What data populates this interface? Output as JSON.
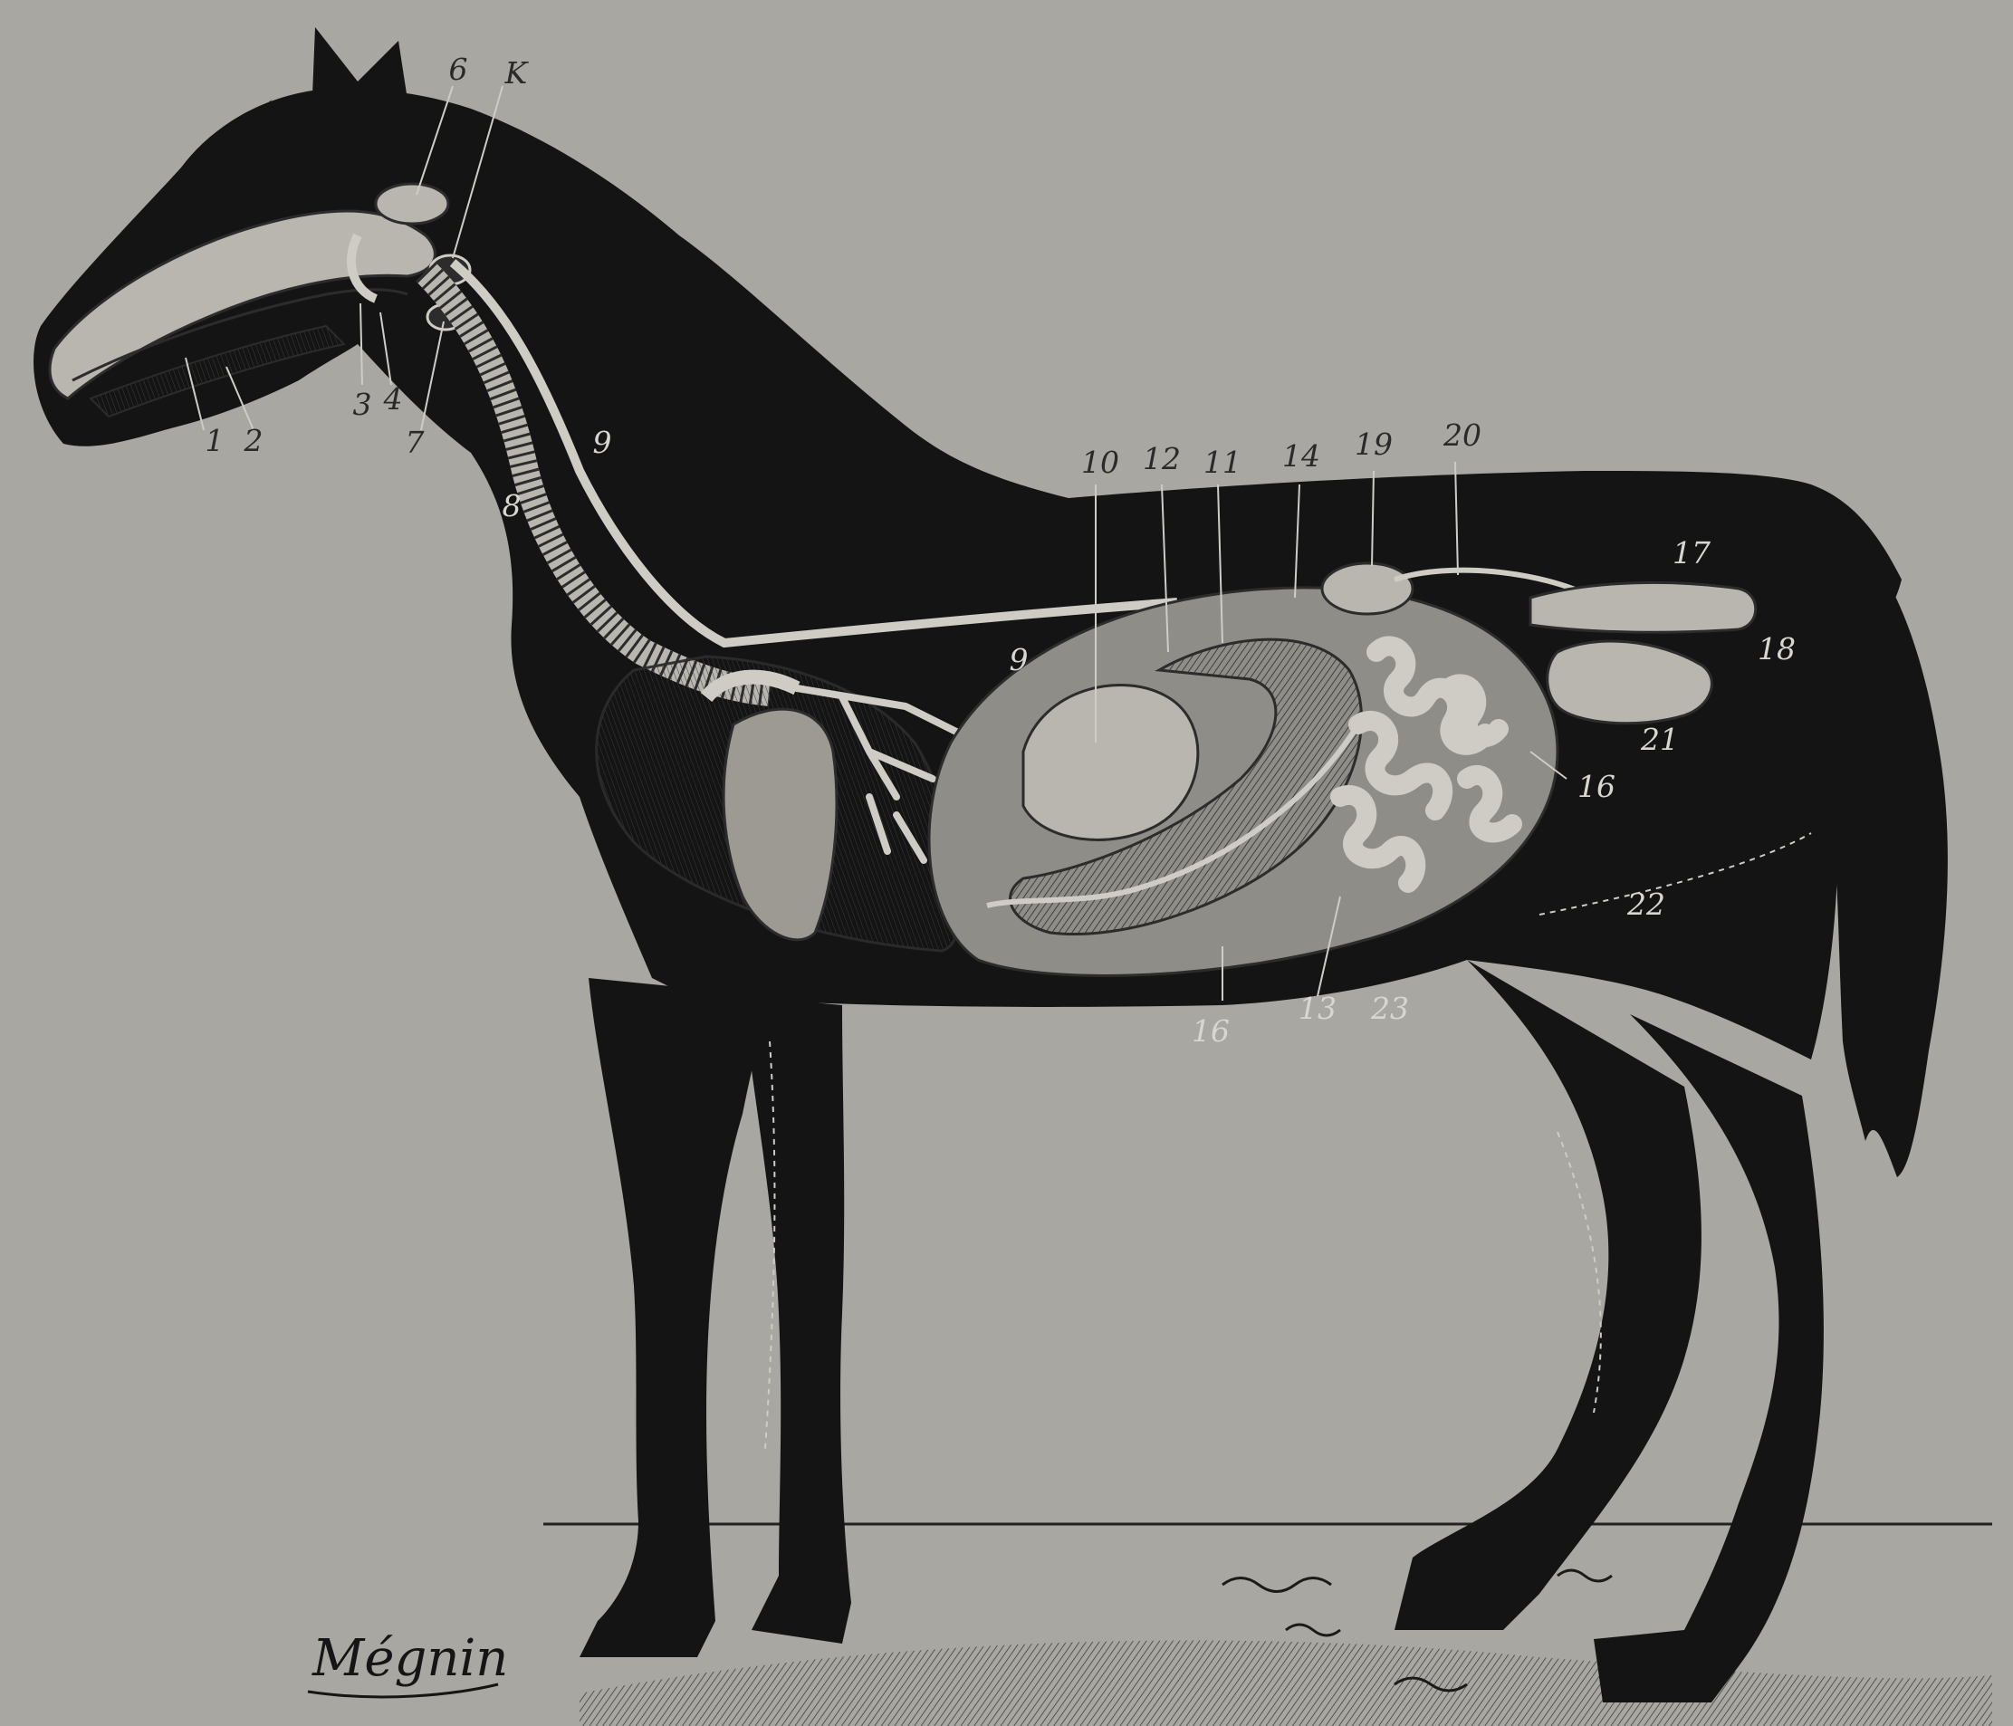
{
  "callouts": {
    "n1": "1",
    "n2": "2",
    "n3": "3",
    "n4": "4",
    "n6": "6",
    "n7": "7",
    "nk": "K",
    "n8": "8",
    "n9a": "9",
    "n9b": "9",
    "n10": "10",
    "n11": "11",
    "n12": "12",
    "n13": "13",
    "n14": "14",
    "n16a": "16",
    "n16b": "16",
    "n17": "17",
    "n18": "18",
    "n19": "19",
    "n20": "20",
    "n21": "21",
    "n22": "22",
    "n23": "23"
  },
  "signature": "Mégnin",
  "colors": {
    "paper": "#a9a7a2",
    "silhouette": "#141414",
    "organ_fill": "#8f8d88",
    "organ_light": "#b9b6b0",
    "line_ink": "#2c2c2c"
  },
  "icons": {
    "plate": "horse-anatomy-engraving"
  }
}
